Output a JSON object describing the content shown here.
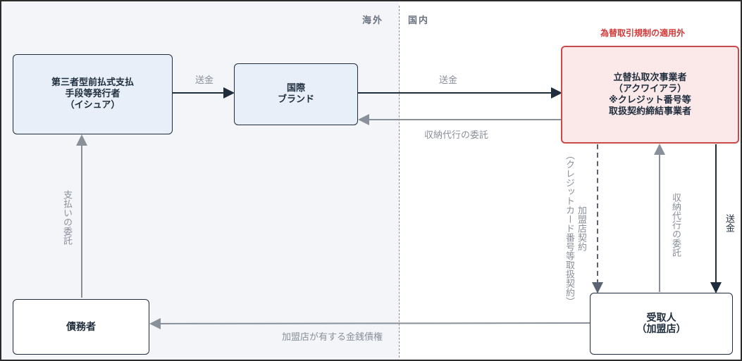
{
  "regions": {
    "overseas": "海外",
    "domestic": "国内"
  },
  "note": "為替取引規制の適用外",
  "boxes": {
    "issuer": "第三者型前払式支払\n手段等発行者\n（イシュア）",
    "brand": "国際\nブランド",
    "acquirer": "立替払取次事業者\n（アクワイアラ）\n※クレジット番号等\n取扱契約締結事業者",
    "debtor": "債務者",
    "merchant": "受取人\n（加盟店）"
  },
  "edges": {
    "issuer_to_brand": "送金",
    "brand_to_acquirer": "送金",
    "acquirer_to_brand": "収納代行の委託",
    "debtor_to_issuer": "支払いの委託",
    "acquirer_to_merchant_contract_1": "加盟店契約",
    "acquirer_to_merchant_contract_2": "（クレジットカード番号等取扱契約）",
    "merchant_to_acquirer": "収納代行の委託",
    "acquirer_to_merchant_remit": "送金",
    "merchant_to_debtor": "加盟店が有する金銭債権"
  },
  "colors": {
    "dark": "#1f2d3d",
    "gray": "#8a9099",
    "red": "#c84b4b",
    "blue_fill": "#e8eff8",
    "red_fill": "#fbe9e9"
  }
}
